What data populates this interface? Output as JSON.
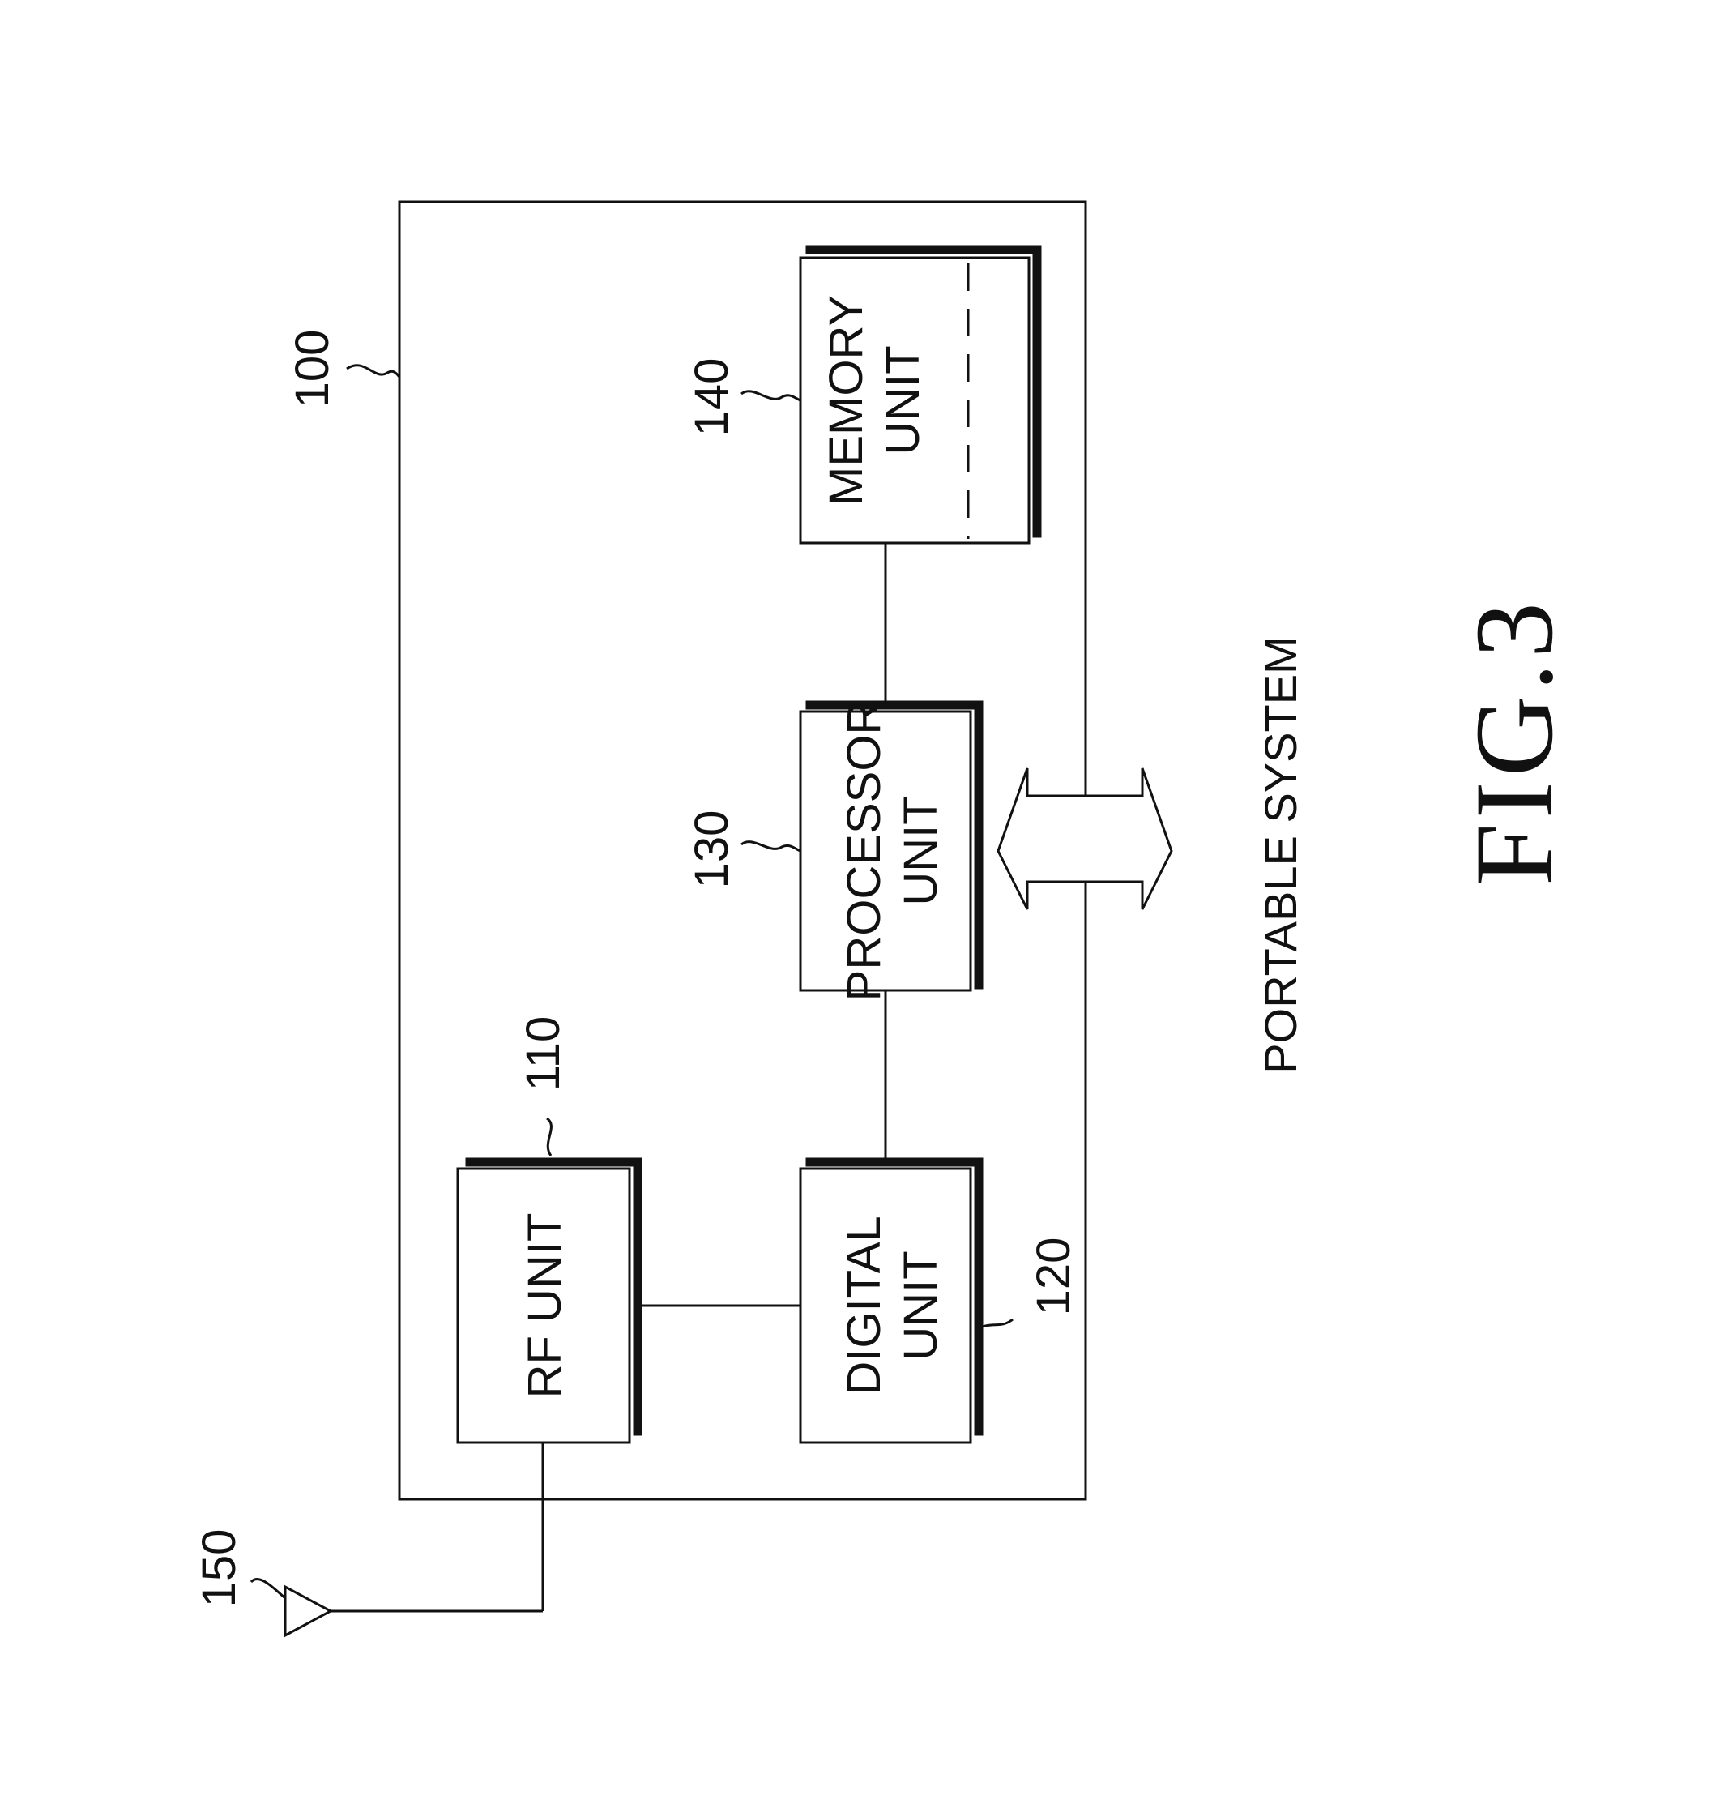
{
  "diagram": {
    "figure_label": "FIG.3",
    "caption": "PORTABLE SYSTEM",
    "system": {
      "ref": "100"
    },
    "antenna": {
      "ref": "150"
    },
    "blocks": {
      "rf": {
        "ref": "110",
        "line1": "RF UNIT"
      },
      "digital": {
        "ref": "120",
        "line1": "DIGITAL",
        "line2": "UNIT"
      },
      "processor": {
        "ref": "130",
        "line1": "PROCESSOR",
        "line2": "UNIT"
      },
      "memory": {
        "ref": "140",
        "line1": "MEMORY",
        "line2": "UNIT"
      }
    }
  }
}
